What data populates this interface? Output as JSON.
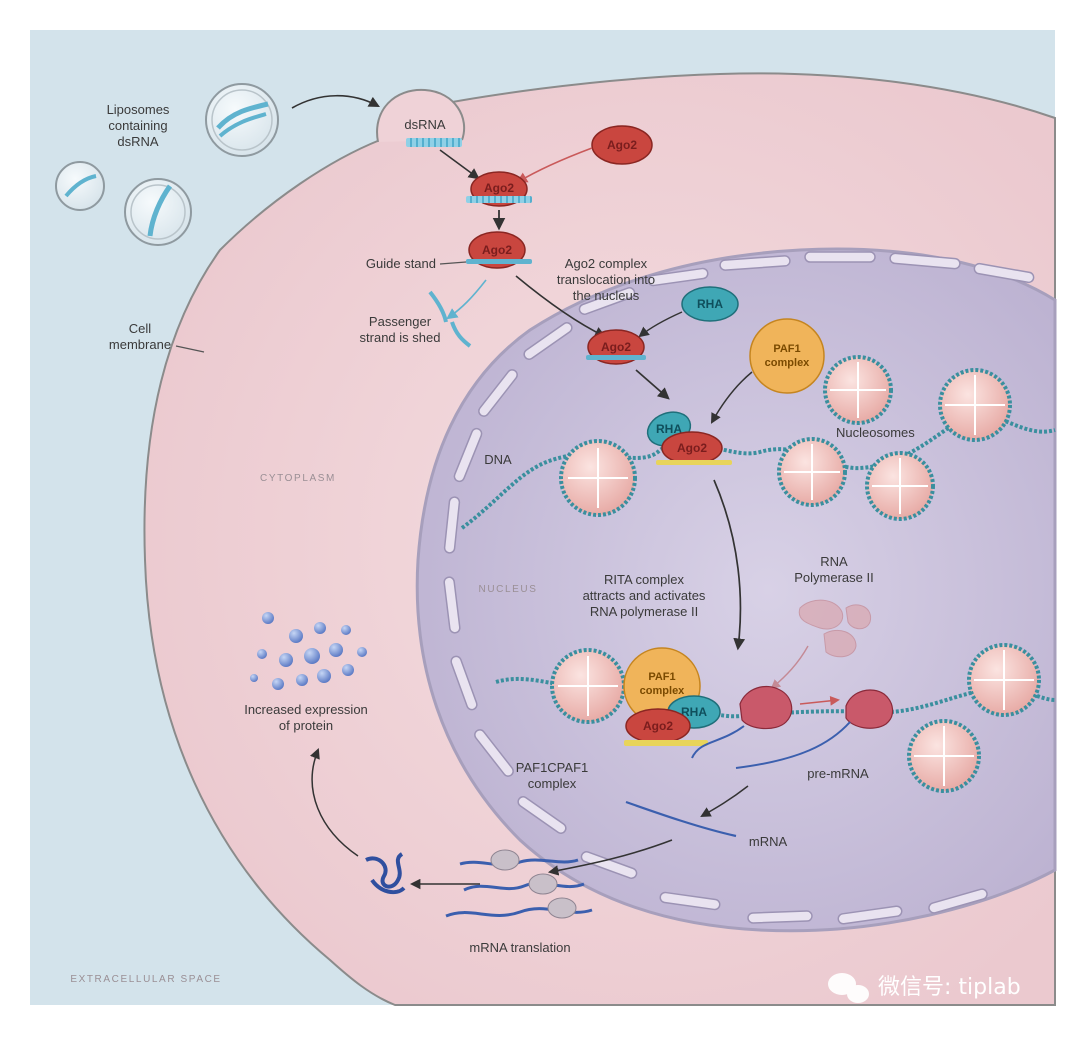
{
  "labels": {
    "liposomes": [
      "Liposomes",
      "containing",
      "dsRNA"
    ],
    "dsrna": "dsRNA",
    "ago2": "Ago2",
    "guide_strand": "Guide stand",
    "passenger": [
      "Passenger",
      "strand is shed"
    ],
    "cell_membrane": [
      "Cell",
      "membrane"
    ],
    "translocation": [
      "Ago2 complex",
      "translocation into",
      "the nucleus"
    ],
    "rha": "RHA",
    "paf1": [
      "PAF1",
      "complex"
    ],
    "nucleosomes": "Nucleosomes",
    "dna": "DNA",
    "cytoplasm": "CYTOPLASM",
    "nucleus": "NUCLEUS",
    "rita": [
      "RITA complex",
      "attracts and activates",
      "RNA polymerase II"
    ],
    "rna_pol": [
      "RNA",
      "Polymerase II"
    ],
    "increased_expression": [
      "Increased expression",
      "of protein"
    ],
    "paf1cpaf1": [
      "PAF1CPAF1",
      "complex"
    ],
    "pre_mrna": "pre-mRNA",
    "mrna": "mRNA",
    "mrna_translation": "mRNA translation",
    "extracellular": "EXTRACELLULAR SPACE"
  },
  "watermark": "微信号: tiplab",
  "colors": {
    "extracellular": "#cfe0e9",
    "cytoplasm": "#efd2d7",
    "nucleus": "#cdc6de",
    "ago2": "#c9463f",
    "rha": "#3fa7b5",
    "paf1": "#f0b45a",
    "rna": "#7fc6de",
    "nucleosome": "#f2c4c0"
  }
}
